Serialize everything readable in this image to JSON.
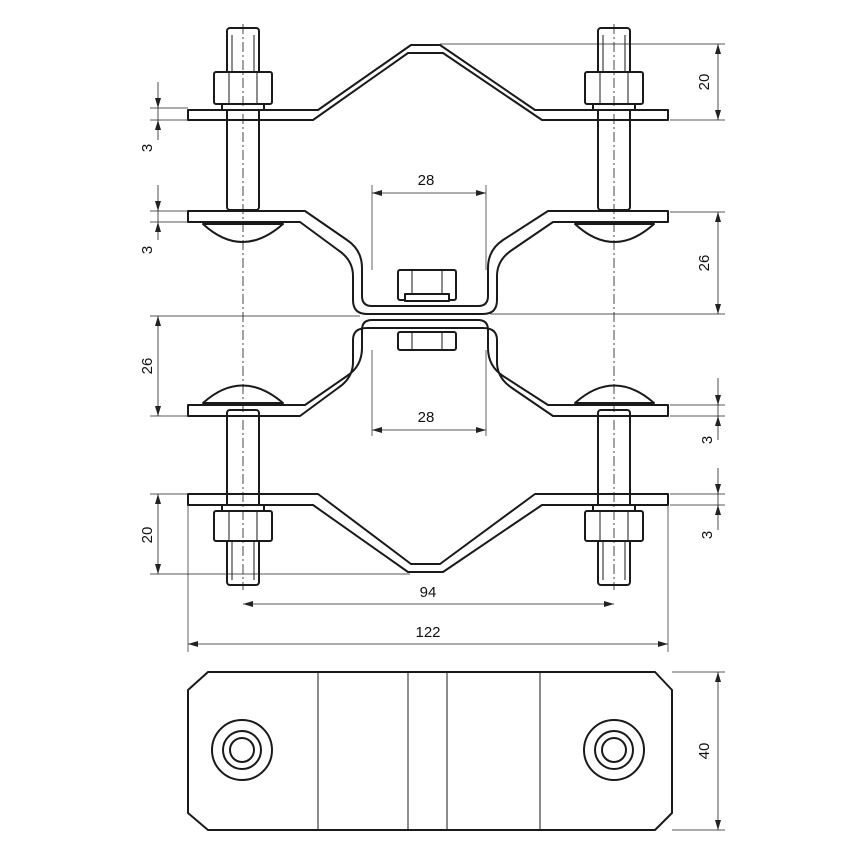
{
  "dimensions": {
    "top_bracket_offset": "20",
    "top_thickness_upper": "3",
    "top_thickness_lower": "3",
    "top_inner_width": "28",
    "top_inner_height": "26",
    "bottom_inner_height": "26",
    "bottom_inner_width": "28",
    "bottom_thickness_upper": "3",
    "bottom_thickness_lower": "3",
    "bottom_bracket_offset": "20",
    "bolt_spacing": "94",
    "overall_length": "122",
    "plate_width": "40"
  },
  "colors": {
    "line": "#1a1a1a",
    "background": "#ffffff"
  }
}
